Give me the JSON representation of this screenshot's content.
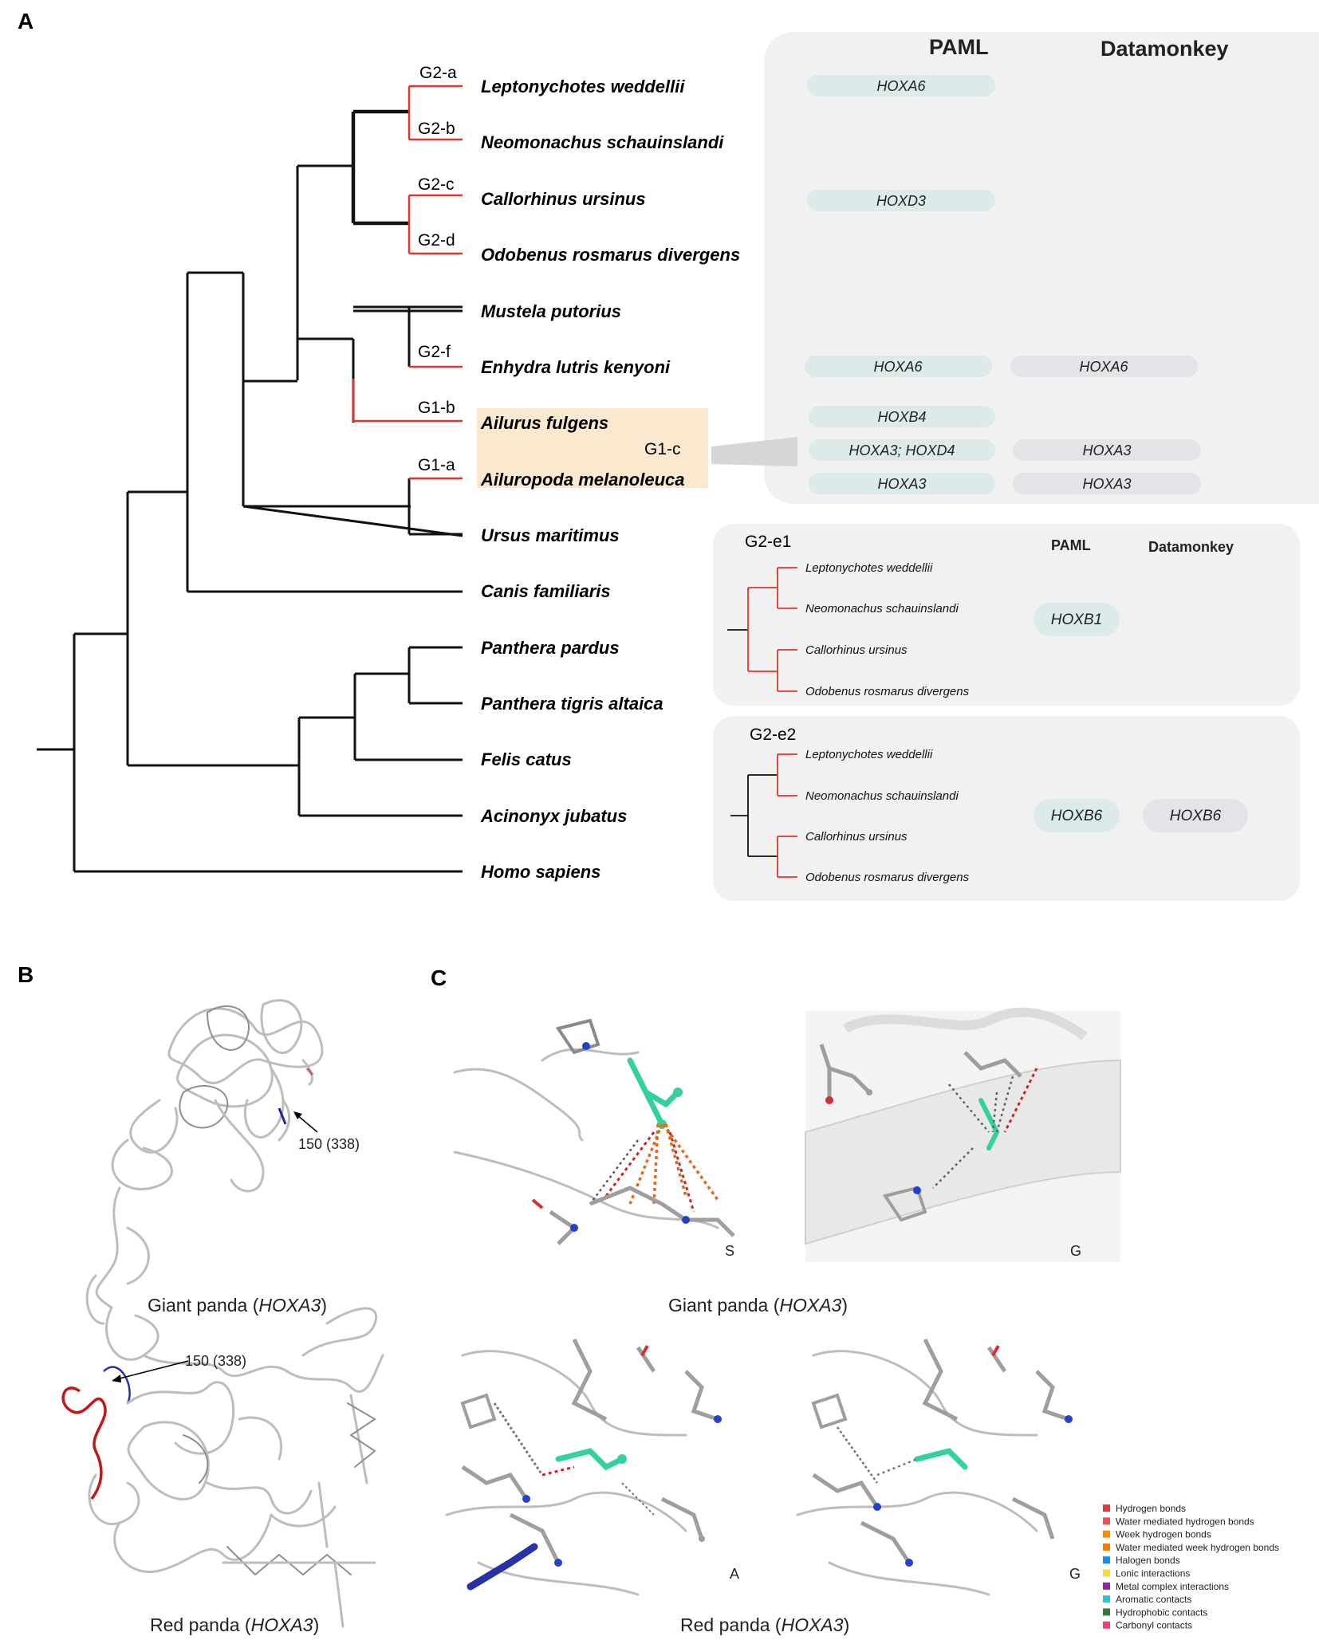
{
  "panels": {
    "a": "A",
    "b": "B",
    "c": "C"
  },
  "species": [
    {
      "name": "Leptonychotes weddellii"
    },
    {
      "name": "Neomonachus schauinslandi"
    },
    {
      "name": "Callorhinus ursinus"
    },
    {
      "name": "Odobenus rosmarus divergens"
    },
    {
      "name": "Mustela putorius"
    },
    {
      "name": "Enhydra lutris kenyoni"
    },
    {
      "name": "Ailurus fulgens"
    },
    {
      "name": "Ailuropoda melanoleuca"
    },
    {
      "name": "Ursus maritimus"
    },
    {
      "name": "Canis familiaris"
    },
    {
      "name": "Panthera pardus"
    },
    {
      "name": "Panthera tigris altaica"
    },
    {
      "name": "Felis catus"
    },
    {
      "name": "Acinonyx jubatus"
    },
    {
      "name": "Homo sapiens"
    }
  ],
  "clade_labels": {
    "g2a": "G2-a",
    "g2b": "G2-b",
    "g2c": "G2-c",
    "g2d": "G2-d",
    "g2f": "G2-f",
    "g1b": "G1-b",
    "g1a": "G1-a",
    "g1c": "G1-c"
  },
  "main_table": {
    "col1": "PAML",
    "col2": "Datamonkey",
    "rows": [
      {
        "paml": "HOXA6",
        "datamonkey": ""
      },
      {
        "paml": "HOXD3",
        "datamonkey": ""
      },
      {
        "paml": "HOXA6",
        "datamonkey": "HOXA6"
      },
      {
        "paml": "HOXB4",
        "datamonkey": ""
      },
      {
        "paml": "HOXA3; HOXD4",
        "datamonkey": "HOXA3"
      },
      {
        "paml": "HOXA3",
        "datamonkey": "HOXA3"
      }
    ]
  },
  "inset_e1": {
    "label": "G2-e1",
    "col1": "PAML",
    "col2": "Datamonkey",
    "species": [
      "Leptonychotes weddellii",
      "Neomonachus schauinslandi",
      "Callorhinus ursinus",
      "Odobenus rosmarus divergens"
    ],
    "paml": "HOXB1",
    "datamonkey": ""
  },
  "inset_e2": {
    "label": "G2-e2",
    "species": [
      "Leptonychotes weddellii",
      "Neomonachus schauinslandi",
      "Callorhinus ursinus",
      "Odobenus rosmarus divergens"
    ],
    "paml": "HOXB6",
    "datamonkey": "HOXB6"
  },
  "panel_b": {
    "site_label_top": "150 (338)",
    "site_label_bottom": "150 (338)",
    "caption_top_pre": "Giant panda (",
    "caption_top_gene": "HOXA3",
    "caption_top_post": ")",
    "caption_bottom_pre": "Red panda (",
    "caption_bottom_gene": "HOXA3",
    "caption_bottom_post": ")"
  },
  "panel_c": {
    "residues": [
      "S",
      "G",
      "A",
      "G"
    ],
    "caption_top_pre": "Giant panda (",
    "caption_top_gene": "HOXA3",
    "caption_top_post": ")",
    "caption_bottom_pre": "Red panda (",
    "caption_bottom_gene": "HOXA3",
    "caption_bottom_post": ")"
  },
  "legend": [
    {
      "label": "Hydrogen bonds",
      "color": "#e53935"
    },
    {
      "label": "Water mediated hydrogen bonds",
      "color": "#ef5350"
    },
    {
      "label": "Week hydrogen bonds",
      "color": "#fb8c00"
    },
    {
      "label": "Water mediated week hydrogen bonds",
      "color": "#f57c00"
    },
    {
      "label": "Halogen bonds",
      "color": "#1e88e5"
    },
    {
      "label": "Lonic interactions",
      "color": "#fdd835"
    },
    {
      "label": "Metal complex interactions",
      "color": "#8e24aa"
    },
    {
      "label": "Aromatic contacts",
      "color": "#26c6da"
    },
    {
      "label": "Hydrophobic contacts",
      "color": "#2e7d32"
    },
    {
      "label": "Carbonyl contacts",
      "color": "#ec407a"
    }
  ]
}
